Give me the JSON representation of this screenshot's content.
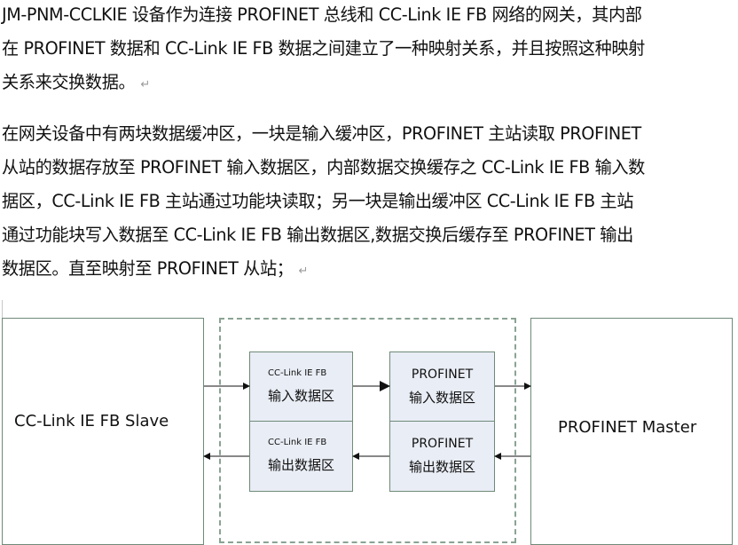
{
  "paragraphs": [
    {
      "lines": [
        "JM-PNM-CCLKIE 设备作为连接 PROFINET 总线和 CC-Link IE FB 网络的网关，其内部",
        "在 PROFINET 数据和 CC-Link IE FB 数据之间建立了一种映射关系，并且按照这种映射",
        "关系来交换数据。"
      ],
      "return_mark": "↵"
    },
    {
      "lines": [
        "在网关设备中有两块数据缓冲区，一块是输入缓冲区，PROFINET 主站读取 PROFINET",
        "从站的数据存放至 PROFINET 输入数据区，内部数据交换缓存之 CC-Link IE FB 输入数",
        "据区，CC-Link IE FB 主站通过功能块读取；另一块是输出缓冲区 CC-Link IE FB 主站",
        "通过功能块写入数据至 CC-Link IE FB 输出数据区,数据交换后缓存至 PROFINET 输出",
        "数据区。直至映射至 PROFINET 从站；"
      ],
      "return_mark": "↵"
    }
  ],
  "diagram": {
    "left_box": {
      "label": "CC-Link IE FB Slave"
    },
    "right_box": {
      "label": "PROFINET Master"
    },
    "cells": {
      "cclink_input": {
        "title": "CC-Link IE FB",
        "subtitle": "输入数据区"
      },
      "cclink_output": {
        "title": "CC-Link IE FB",
        "subtitle": "输出数据区"
      },
      "profinet_input": {
        "title": "PROFINET",
        "subtitle": "输入数据区"
      },
      "profinet_output": {
        "title": "PROFINET",
        "subtitle": "输出数据区"
      }
    },
    "colors": {
      "border": "#6e8a78",
      "dashed_border": "#8aa393",
      "cell_fill": "#e9edf5",
      "arrow": "#111111"
    }
  }
}
